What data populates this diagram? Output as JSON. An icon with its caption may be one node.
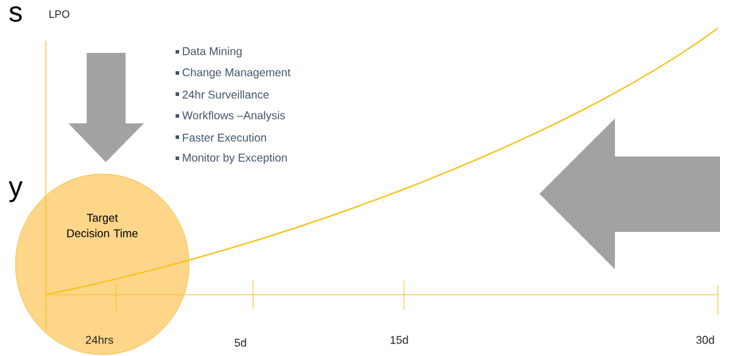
{
  "diagram": {
    "nodes": [
      {
        "text": [
          "Target Decision Time"
        ]
      }
    ],
    "edges": [],
    "labels": [
      "s",
      "LPO",
      "Data Mining",
      "Change Management",
      "24hr Surveillance",
      "Workflows –Analysis",
      "Faster Execution",
      "Monitor by Exception",
      "y",
      "24hrs",
      "5d",
      "15d",
      "30d"
    ]
  }
}
